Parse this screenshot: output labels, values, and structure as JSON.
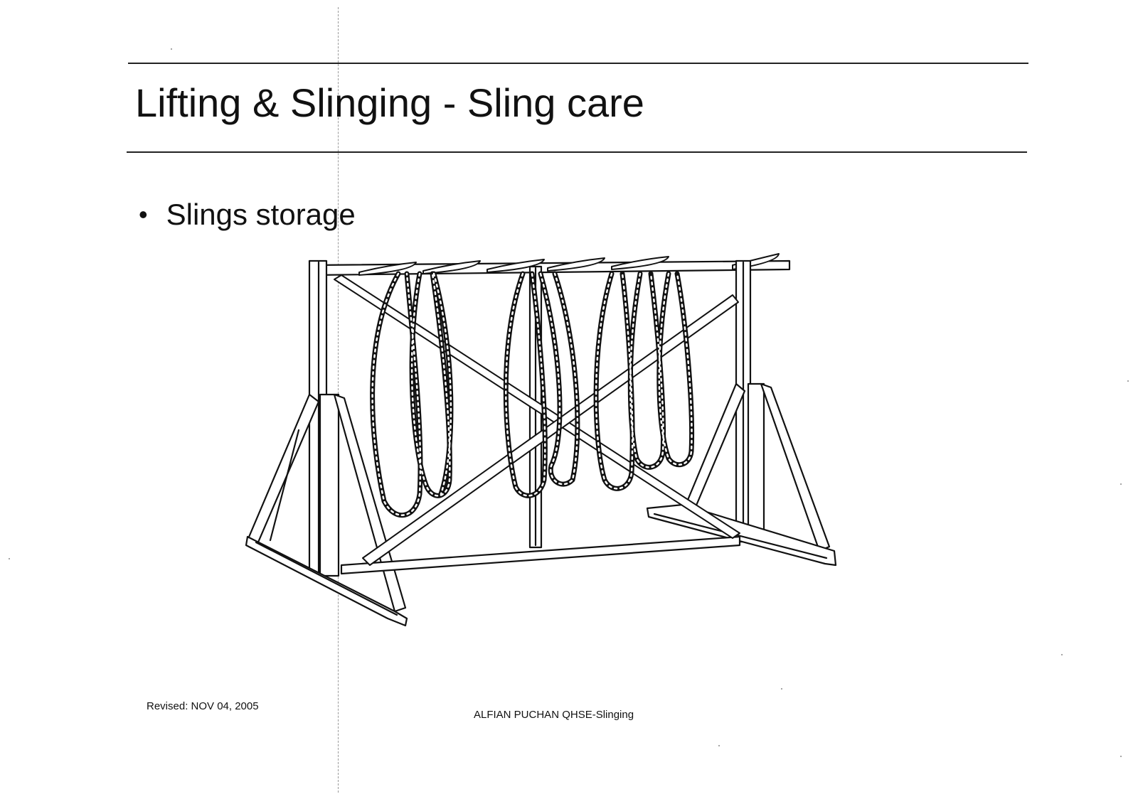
{
  "slide": {
    "title": "Lifting & Slinging - Sling care",
    "bullet": "Slings storage",
    "figure_icon": "sling-storage-rack-illustration"
  },
  "footer": {
    "revised": "Revised: NOV  04, 2005",
    "author": "ALFIAN PUCHAN QHSE-Slinging"
  }
}
